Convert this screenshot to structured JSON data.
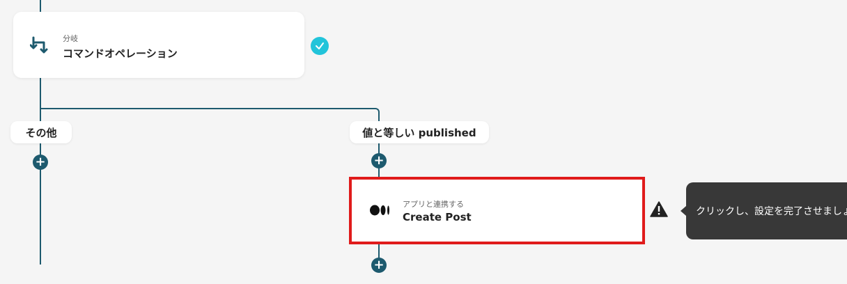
{
  "branch_node": {
    "sub_label": "分岐",
    "title": "コマンドオペレーション",
    "icon": "branch-icon",
    "status_icon": "check-icon"
  },
  "branches": {
    "left_label": "その他",
    "right_label": "値と等しい published"
  },
  "action_node": {
    "sub_label": "アプリと連携する",
    "title": "Create Post",
    "icon": "medium-logo-icon",
    "warning_icon": "warning-icon"
  },
  "tooltip": {
    "text": "クリックし、設定を完了させましょ"
  },
  "add_button_symbol": "+",
  "colors": {
    "connector": "#1d5a6e",
    "check": "#22c4da",
    "highlight": "#e01b1b",
    "tooltip_bg": "#383838"
  }
}
